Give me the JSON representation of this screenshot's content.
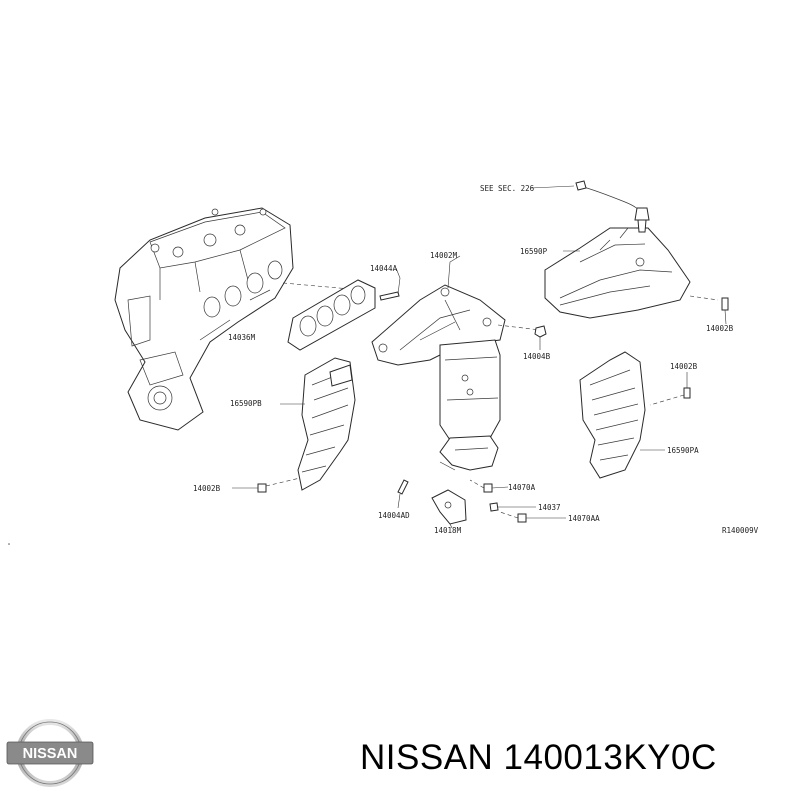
{
  "diagram": {
    "labels": {
      "see_sec": "SEE SEC. 226",
      "p16590p": "16590P",
      "p14002b_r": "14002B",
      "p14002m": "14002M",
      "p14044a": "14044A",
      "p14036m": "14036M",
      "p14004b": "14004B",
      "p14002b_mid": "14002B",
      "p16590pb": "16590PB",
      "p16590pa": "16590PA",
      "p14002b_l": "14002B",
      "p14070a": "14070A",
      "p14037": "14037",
      "p14070aa": "14070AA",
      "p14004ad": "14004AD",
      "p14018m": "14018M",
      "ref": "R140009V"
    }
  },
  "logo": {
    "text": "NISSAN",
    "name": "nissan-logo"
  },
  "caption": {
    "text": "NISSAN 140013KY0C"
  }
}
